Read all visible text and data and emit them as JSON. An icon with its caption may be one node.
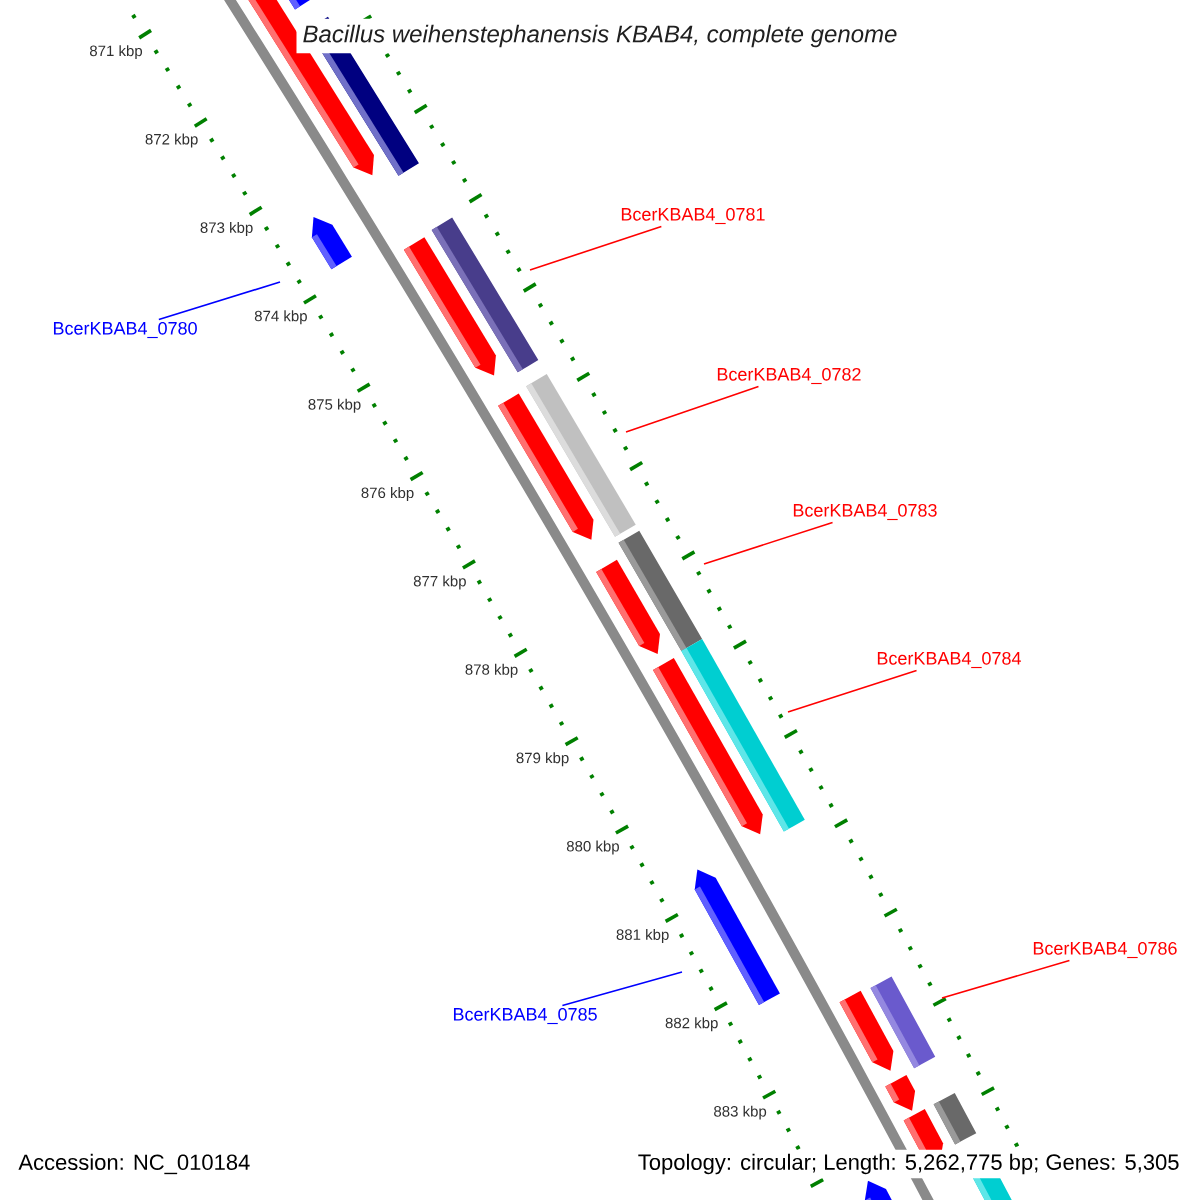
{
  "diagram": {
    "title": "Bacillus weihenstephanensis KBAB4, complete genome",
    "nodes": [
      {
        "text": [
          "BcerKBAB4_0781"
        ]
      },
      {
        "text": [
          "BcerKBAB4_0780"
        ]
      },
      {
        "text": [
          "BcerKBAB4_0782"
        ]
      },
      {
        "text": [
          "BcerKBAB4_0783"
        ]
      },
      {
        "text": [
          "BcerKBAB4_0784"
        ]
      },
      {
        "text": [
          "BcerKBAB4_0786"
        ]
      },
      {
        "text": [
          "BcerKBAB4_0785"
        ]
      }
    ],
    "edges": [
      {
        "from": 0,
        "to": null,
        "arrow": "none"
      },
      {
        "from": 1,
        "to": null,
        "arrow": "none",
        "color": "#0000ff"
      },
      {
        "from": 2,
        "to": null,
        "arrow": "none"
      },
      {
        "from": 3,
        "to": null,
        "arrow": "none"
      },
      {
        "from": 4,
        "to": null,
        "arrow": "none"
      },
      {
        "from": 5,
        "to": null,
        "arrow": "none"
      },
      {
        "from": 6,
        "to": null,
        "arrow": "none",
        "color": "#0000ff"
      }
    ],
    "labels": [
      "871 kbp",
      "872 kbp",
      "873 kbp",
      "874 kbp",
      "875 kbp",
      "876 kbp",
      "877 kbp",
      "878 kbp",
      "879 kbp",
      "880 kbp",
      "881 kbp",
      "882 kbp",
      "883 kbp",
      "Accession: NC_010184",
      "Topology: circular; Length: 5,262,775 bp; Genes: 5,305"
    ]
  }
}
